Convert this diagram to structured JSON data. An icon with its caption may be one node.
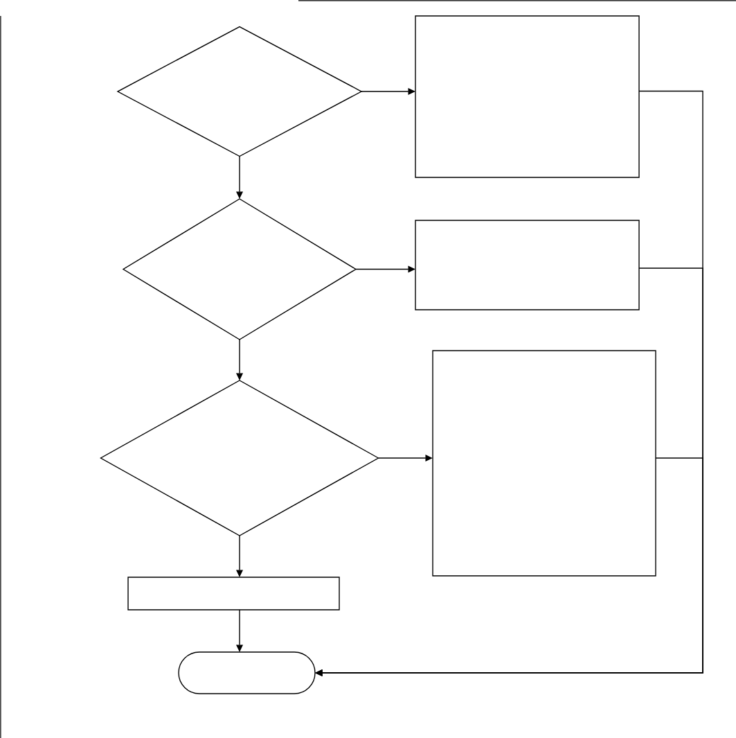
{
  "diagram": {
    "nodes": [
      {
        "text": [],
        "shape": "diamond"
      },
      {
        "text": [],
        "shape": "box"
      },
      {
        "text": [],
        "shape": "diamond"
      },
      {
        "text": [],
        "shape": "box"
      },
      {
        "text": [],
        "shape": "diamond"
      },
      {
        "text": [],
        "shape": "box"
      },
      {
        "text": [],
        "shape": "box"
      },
      {
        "text": [],
        "shape": "pill"
      }
    ],
    "edges": [
      {
        "from": 0,
        "to": 1,
        "arrow": "to"
      },
      {
        "from": 0,
        "to": 2,
        "arrow": "to"
      },
      {
        "from": 2,
        "to": 3,
        "arrow": "to"
      },
      {
        "from": 2,
        "to": 4,
        "arrow": "to"
      },
      {
        "from": 4,
        "to": 5,
        "arrow": "to"
      },
      {
        "from": 4,
        "to": 6,
        "arrow": "to"
      },
      {
        "from": 6,
        "to": 7,
        "arrow": "to"
      },
      {
        "from": 1,
        "to": 7,
        "arrow": "to"
      },
      {
        "from": 3,
        "to": 7,
        "arrow": "to"
      },
      {
        "from": 5,
        "to": 7,
        "arrow": "to"
      }
    ]
  }
}
